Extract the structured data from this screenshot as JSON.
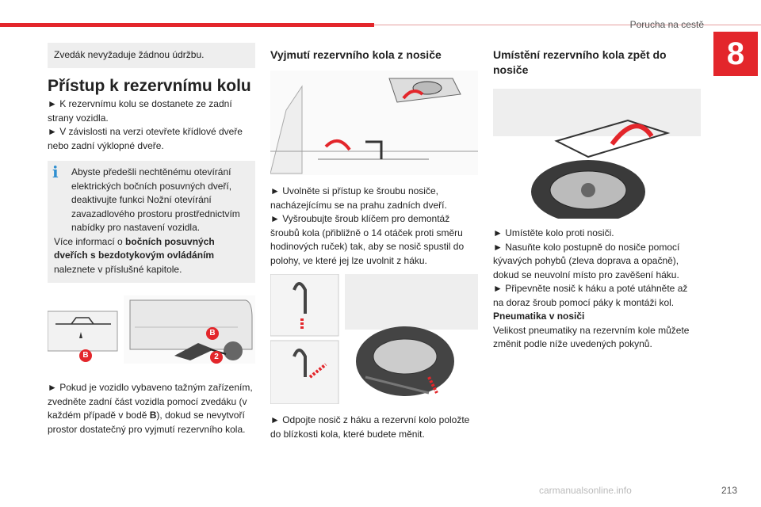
{
  "header": {
    "title": "Porucha na cestě",
    "chapter": "8"
  },
  "col1": {
    "note": "Zvedák nevyžaduje žádnou údržbu.",
    "heading": "Přístup k rezervnímu kolu",
    "bullet1": "► K rezervnímu kolu se dostanete ze zadní strany vozidla.",
    "bullet2": "► V závislosti na verzi otevřete křídlové dveře nebo zadní výklopné dveře.",
    "info_line1": "Abyste předešli nechtěnému otevírání elektrických bočních posuvných dveří, deaktivujte funkci Nožní otevírání zavazadlového prostoru prostřednictvím nabídky pro nastavení vozidla.",
    "info_line2_pre": "Více informací o ",
    "info_line2_bold": "bočních posuvných dveřích s bezdotykovým ovládáním",
    "info_line2_post": " naleznete v příslušné kapitole.",
    "fig_badges": [
      "B",
      "B",
      "2"
    ],
    "bullet3_pre": "► Pokud je vozidlo vybaveno tažným zařízením, zvedněte zadní část vozidla pomocí zvedáku (v každém případě v bodě ",
    "bullet3_bold": "B",
    "bullet3_post": "), dokud se nevytvoří prostor dostatečný pro vyjmutí rezervního kola."
  },
  "col2": {
    "heading": "Vyjmutí rezervního kola z nosiče",
    "bullet1": "► Uvolněte si přístup ke šroubu nosiče, nacházejícímu se na prahu zadních dveří.",
    "bullet2": "► Vyšroubujte šroub klíčem pro demontáž šroubů kola (přibližně o 14 otáček proti směru hodinových ruček) tak, aby se nosič spustil do polohy, ve které jej lze uvolnit z háku.",
    "bullet3": "► Odpojte nosič z háku a rezervní kolo položte do blízkosti kola, které budete měnit."
  },
  "col3": {
    "heading": "Umístění rezervního kola zpět do nosiče",
    "bullet1": "► Umístěte kolo proti nosiči.",
    "bullet2": "► Nasuňte kolo postupně do nosiče pomocí kývavých pohybů (zleva doprava a opačně), dokud se neuvolní místo pro zavěšení háku.",
    "bullet3": "► Připevněte nosič k háku a poté utáhněte až na doraz šroub pomocí páky k montáži kol.",
    "subheading": "Pneumatika v nosiči",
    "para": "Velikost pneumatiky na rezervním kole můžete změnit podle níže uvedených pokynů."
  },
  "footer": {
    "page": "213",
    "watermark": "carmanualsonline.info"
  },
  "colors": {
    "accent": "#e3262b",
    "info": "#2f8fd0",
    "box": "#eeeeee"
  }
}
